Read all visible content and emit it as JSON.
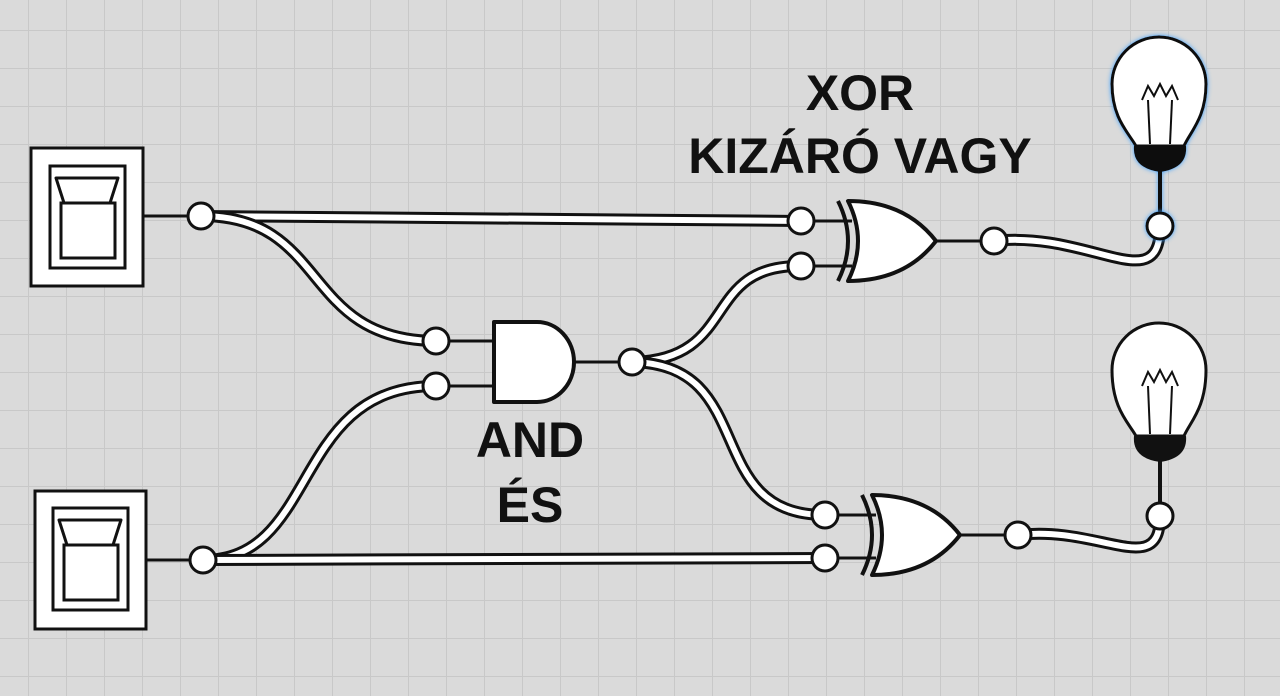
{
  "labels": {
    "xor_line1": "XOR",
    "xor_line2": "KIZÁRÓ VAGY",
    "and_line1": "AND",
    "and_line2": "ÉS"
  },
  "components": {
    "switches": [
      {
        "name": "switch-a",
        "state": "off"
      },
      {
        "name": "switch-b",
        "state": "off"
      }
    ],
    "gates": [
      {
        "name": "and-gate",
        "type": "AND"
      },
      {
        "name": "xor-gate-top",
        "type": "XOR"
      },
      {
        "name": "xor-gate-bottom",
        "type": "XOR"
      }
    ],
    "lamps": [
      {
        "name": "lamp-top",
        "selected": true
      },
      {
        "name": "lamp-bottom",
        "selected": false
      }
    ]
  },
  "colors": {
    "grid_background": "#dadada",
    "grid_line": "#c8c8c8",
    "wire": "#ffffff",
    "outline": "#111111",
    "selection_glow": "#3aa0ff"
  }
}
